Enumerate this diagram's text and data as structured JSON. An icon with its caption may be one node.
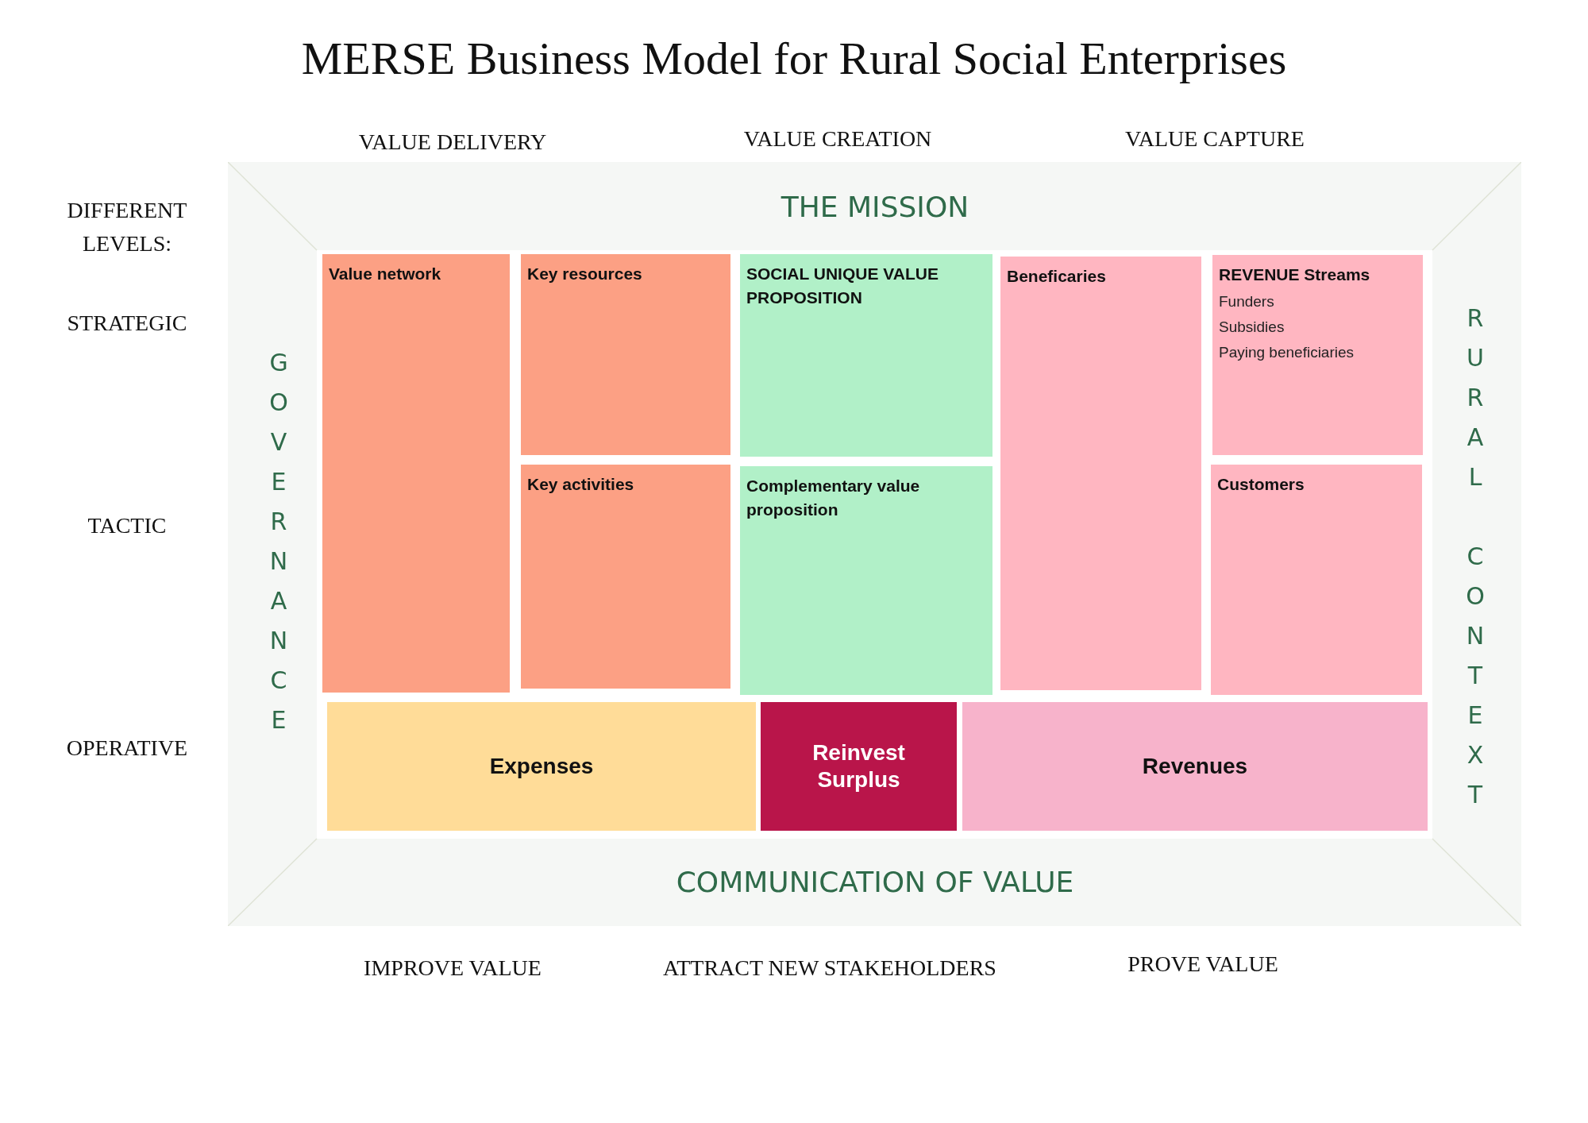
{
  "diagram": {
    "title": "MERSE Business Model for Rural Social Enterprises",
    "nodes": [
      {
        "text": [
          "THE MISSION",
          "GOVERNANCE",
          "RURAL CONTEXT",
          "COMMUNICATION OF VALUE"
        ]
      },
      {
        "text": [
          "Value network"
        ],
        "in": 0
      },
      {
        "text": [
          "Key resources"
        ],
        "in": 0
      },
      {
        "text": [
          "Key activities"
        ],
        "in": 0
      },
      {
        "text": [
          "SOCIAL UNIQUE VALUE PROPOSITION"
        ],
        "in": 0
      },
      {
        "text": [
          "Complementary value proposition"
        ],
        "in": 0
      },
      {
        "text": [
          "Beneficaries"
        ],
        "in": 0
      },
      {
        "text": [
          "REVENUE Streams",
          "Funders",
          "Subsidies",
          "Paying beneficiaries"
        ],
        "in": 0
      },
      {
        "text": [
          "Customers"
        ],
        "in": 0
      },
      {
        "text": [
          "Expenses"
        ],
        "in": 0
      },
      {
        "text": [
          "Reinvest Surplus"
        ],
        "in": 0
      },
      {
        "text": [
          "Revenues"
        ],
        "in": 0
      }
    ],
    "labels": [
      "VALUE DELIVERY",
      "VALUE CREATION",
      "VALUE CAPTURE",
      "DIFFERENT LEVELS:",
      "STRATEGIC",
      "TACTIC",
      "OPERATIVE",
      "IMPROVE VALUE",
      "ATTRACT NEW STAKEHOLDERS",
      "PROVE VALUE"
    ]
  }
}
